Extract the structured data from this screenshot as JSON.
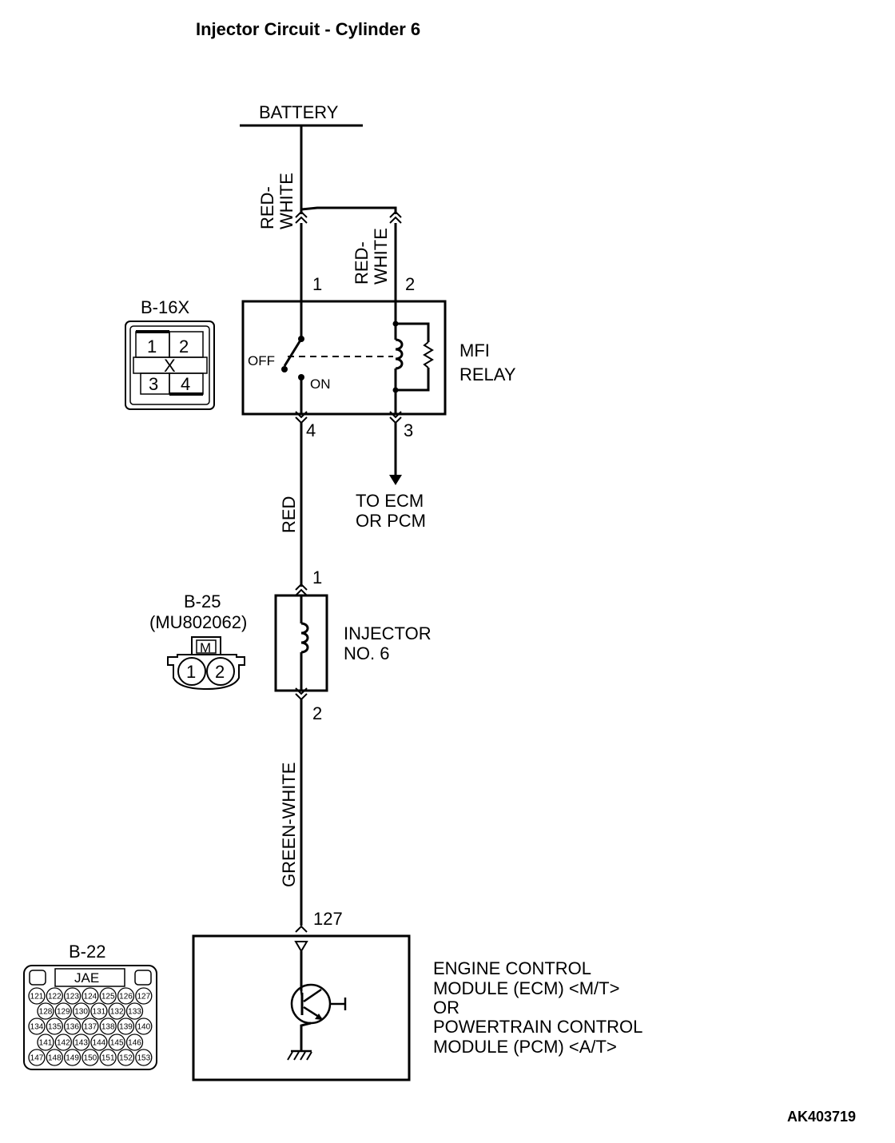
{
  "title": "Injector Circuit - Cylinder 6",
  "figure_id": "AK403719",
  "battery": {
    "label": "BATTERY"
  },
  "wires": {
    "battery_to_relay": "RED-\nWHITE",
    "relay_pin2": "RED-\nWHITE",
    "relay_to_injector": "RED",
    "injector_to_ecm": "GREEN-WHITE"
  },
  "relay": {
    "name_line1": "MFI",
    "name_line2": "RELAY",
    "pin1": "1",
    "pin2": "2",
    "pin3": "3",
    "pin4": "4",
    "off_label": "OFF",
    "on_label": "ON",
    "output_line1": "TO ECM",
    "output_line2": "OR PCM"
  },
  "connector_b16x": {
    "name": "B-16X",
    "cells": [
      "1",
      "2",
      "3",
      "4"
    ],
    "mark": "X"
  },
  "injector": {
    "name_line1": "INJECTOR",
    "name_line2": "NO. 6",
    "pin1": "1",
    "pin2": "2"
  },
  "connector_b25": {
    "name": "B-25",
    "part_number": "(MU802062)",
    "tab": "M",
    "pins": [
      "1",
      "2"
    ]
  },
  "ecm": {
    "pin": "127",
    "line1": "ENGINE CONTROL",
    "line2": "MODULE (ECM) <M/T>",
    "line3": "OR",
    "line4": "POWERTRAIN CONTROL",
    "line5": "MODULE (PCM) <A/T>"
  },
  "connector_b22": {
    "name": "B-22",
    "maker": "JAE",
    "rows": [
      [
        "121",
        "122",
        "123",
        "124",
        "125",
        "126",
        "127"
      ],
      [
        "128",
        "129",
        "130",
        "131",
        "132",
        "133"
      ],
      [
        "134",
        "135",
        "136",
        "137",
        "138",
        "139",
        "140"
      ],
      [
        "141",
        "142",
        "143",
        "144",
        "145",
        "146"
      ],
      [
        "147",
        "148",
        "149",
        "150",
        "151",
        "152",
        "153"
      ]
    ]
  }
}
